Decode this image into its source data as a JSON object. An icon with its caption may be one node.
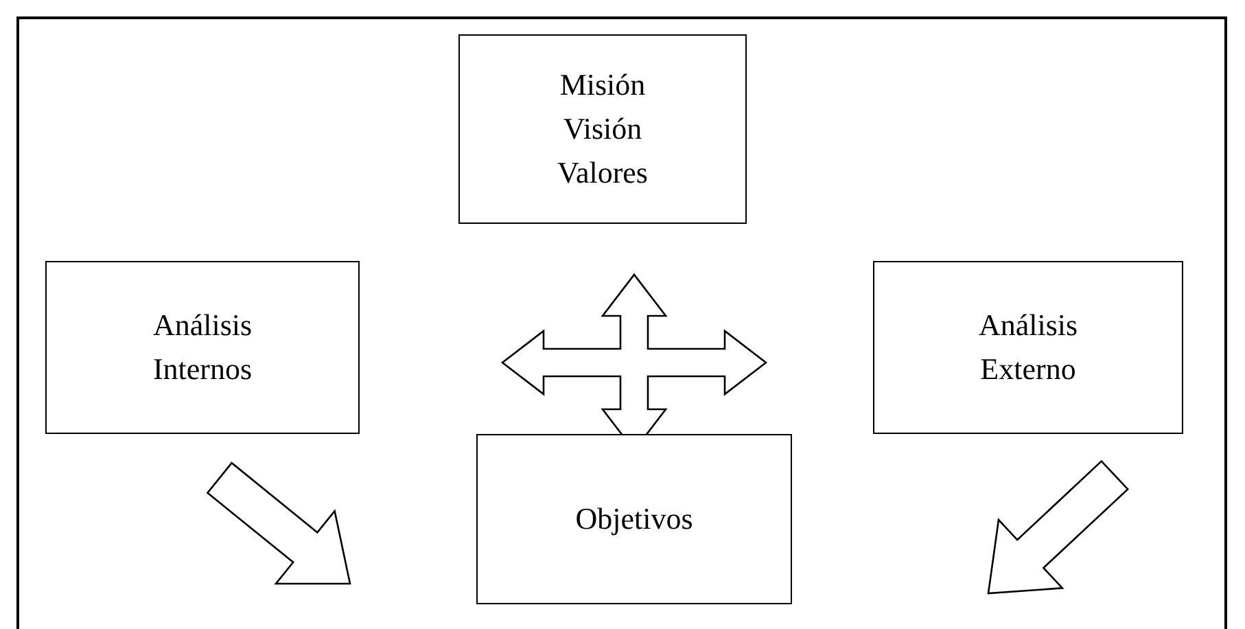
{
  "diagram": {
    "nodes": [
      {
        "text": [
          "Misión Visión Valores"
        ]
      },
      {
        "text": [
          "Análisis Internos"
        ]
      },
      {
        "text": [
          "Análisis Externo"
        ]
      },
      {
        "text": [
          "Objetivos"
        ]
      }
    ],
    "edges": [
      {
        "from": 1,
        "to": null,
        "arrow": "to"
      },
      {
        "from": 2,
        "to": null,
        "arrow": "to"
      }
    ]
  }
}
